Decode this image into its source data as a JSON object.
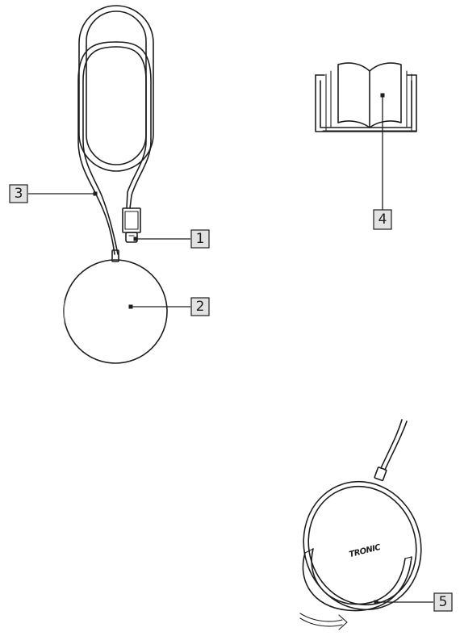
{
  "callouts": {
    "c1": "1",
    "c2": "2",
    "c3": "3",
    "c4": "4",
    "c5": "5"
  },
  "brand_logo": "TRONIC",
  "colors": {
    "line": "#1e1e1e",
    "callout_fill": "#e2e2e2",
    "background": "#ffffff"
  }
}
